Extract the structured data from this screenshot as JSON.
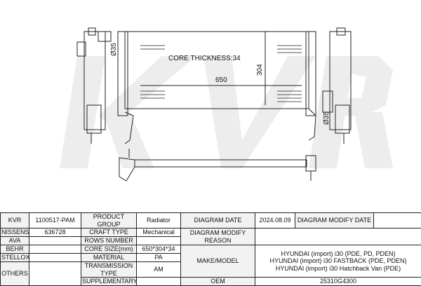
{
  "drawing": {
    "core_thickness_label": "CORE THICKNESS:34",
    "width_dim": "650",
    "height_dim": "304",
    "pipe_dia_left": "Ø35",
    "pipe_dia_right": "Ø35",
    "watermark": "KVR"
  },
  "table": {
    "kvr_label": "KVR",
    "kvr_value": "1100517-PAM",
    "nissens_label": "NISSENS",
    "nissens_value": "636728",
    "ava_label": "AVA",
    "ava_value": "",
    "behr_label": "BEHR",
    "behr_value": "",
    "stellox_label": "STELLOX",
    "stellox_value": "",
    "others_label": "OTHERS",
    "others_value": "",
    "product_group_label": "PRODUCT GROUP",
    "product_group_value": "Radiator",
    "craft_type_label": "CRAFT TYPE",
    "craft_type_value": "Mechanical",
    "rows_number_label": "ROWS NUMBER",
    "rows_number_value": "",
    "core_size_label": "CORE SIZE(mm)",
    "core_size_value": "650*304*34",
    "material_label": "MATERIAL",
    "material_value": "PA",
    "transmission_label": "TRANSMISSION TYPE",
    "transmission_value": "AM",
    "supplementary_label": "SUPPLEMENTARY",
    "supplementary_value": "",
    "diagram_date_label": "DIAGRAM DATE",
    "diagram_date_value": "2024.08.09",
    "diagram_modify_date_label": "DIAGRAM MODIFY DATE",
    "diagram_modify_date_value": "",
    "modify_reason_label": "DIAGRAM MODIFY REASON",
    "modify_reason_value": "",
    "make_model_label": "MAKE/MODEL",
    "make_model_values": [
      "HYUNDAI (import) i30 (PDE, PD, PDEN)",
      "HYUNDAI (import) i30 FASTBACK (PDE, PDEN)",
      "HYUNDAI (import) i30 Hatchback Van (PDE)"
    ],
    "oem_label": "OEM",
    "oem_value": "25310G4300"
  }
}
